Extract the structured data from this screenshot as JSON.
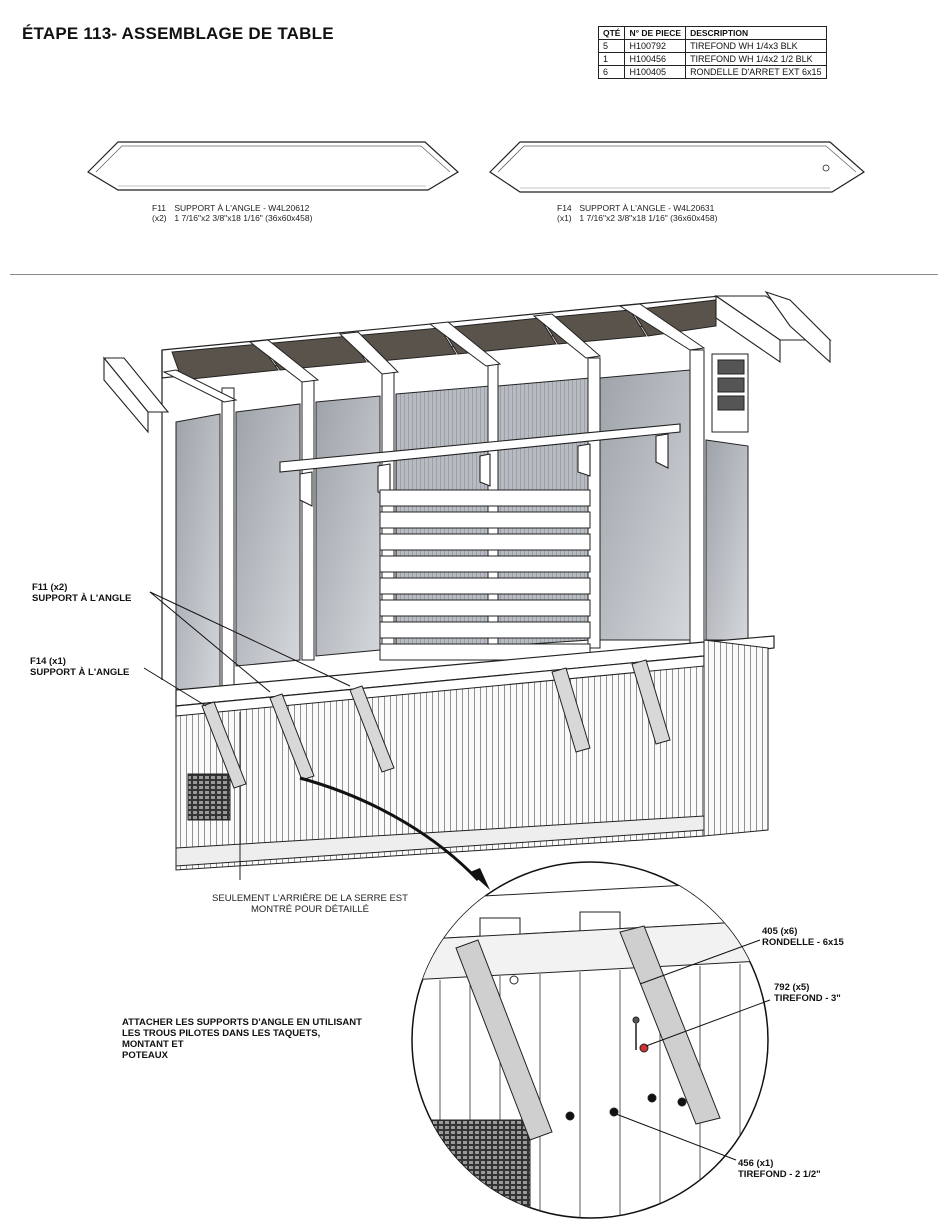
{
  "title": "ÉTAPE 113- ASSEMBLAGE DE TABLE",
  "parts_table": {
    "headers": [
      "QTÉ",
      "N° DE PIECE",
      "DESCRIPTION"
    ],
    "rows": [
      [
        "5",
        "H100792",
        "TIREFOND WH 1/4x3 BLK"
      ],
      [
        "1",
        "H100456",
        "TIREFOND WH 1/4x2 1/2 BLK"
      ],
      [
        "6",
        "H100405",
        "RONDELLE D'ARRET EXT 6x15"
      ]
    ]
  },
  "parts": [
    {
      "id": "F11",
      "qty": "(x2)",
      "name": "SUPPORT À L'ANGLE - W4L20612",
      "dims": "1 7/16\"x2 3/8\"x18 1/16\" (36x60x458)"
    },
    {
      "id": "F14",
      "qty": "(x1)",
      "name": "SUPPORT À L'ANGLE - W4L20631",
      "dims": "1 7/16\"x2 3/8\"x18 1/16\" (36x60x458)"
    }
  ],
  "callouts": {
    "f11": [
      "F11 (x2)",
      "SUPPORT À L'ANGLE"
    ],
    "f14": [
      "F14 (x1)",
      "SUPPORT À L'ANGLE"
    ],
    "washer": [
      "405 (x6)",
      "RONDELLE - 6x15"
    ],
    "screw3": [
      "792 (x5)",
      "TIREFOND - 3\""
    ],
    "screw25": [
      "456 (x1)",
      "TIREFOND - 2 1/2\""
    ]
  },
  "rear_note": [
    "SEULEMENT L'ARRIÈRE DE LA SERRE EST",
    "MONTRÉ POUR DÉTAILLÉ"
  ],
  "instruction": [
    "ATTACHER LES SUPPORTS D'ANGLE EN UTILISANT",
    "LES TROUS PILOTES DANS LES TAQUETS,",
    "MONTANT ET",
    "POTEAUX"
  ]
}
